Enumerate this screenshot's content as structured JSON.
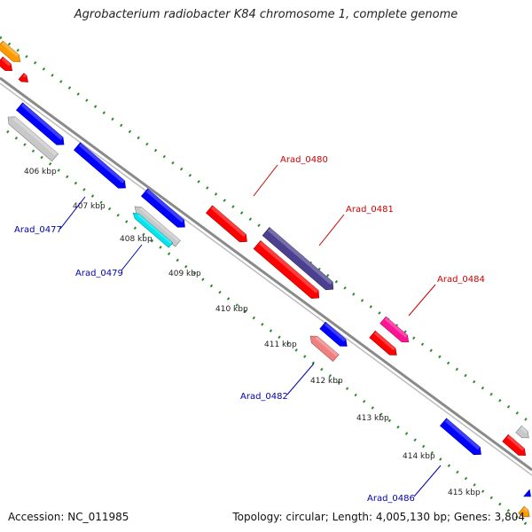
{
  "title": "Agrobacterium radiobacter K84 chromosome 1, complete genome",
  "footer": {
    "accession": "Accession: NC_011985",
    "topology": "Topology: circular; Length: 4,005,130 bp; Genes: 3,804"
  },
  "colors": {
    "backbone": "#777777",
    "tick": "#2e8b2e",
    "forward_label": "#cc0000",
    "reverse_label": "#0000aa"
  },
  "ticks": [
    "406 kbp",
    "407 kbp",
    "408 kbp",
    "409 kbp",
    "410 kbp",
    "411 kbp",
    "412 kbp",
    "413 kbp",
    "414 kbp",
    "415 kbp"
  ],
  "genes": [
    {
      "color": "#ff9900"
    },
    {
      "color": "#ff0000"
    },
    {
      "color": "#ff0000"
    },
    {
      "color": "#0000ff"
    },
    {
      "color": "#c8c8c8"
    },
    {
      "color": "#0000ff"
    },
    {
      "color": "#0000ff"
    },
    {
      "color": "#c8c8c8"
    },
    {
      "color": "#00e5ee"
    },
    {
      "color": "#ff0000",
      "label": "Arad_0480"
    },
    {
      "color": "#4b3f8f",
      "label": "Arad_0481"
    },
    {
      "color": "#ff0000"
    },
    {
      "color": "#0000ff"
    },
    {
      "color": "#f08080"
    },
    {
      "color": "#ff1493",
      "label": "Arad_0484"
    },
    {
      "color": "#ff0000"
    },
    {
      "color": "#0000ff"
    },
    {
      "color": "#c8c8c8"
    },
    {
      "color": "#ff0000"
    },
    {
      "color": "#0000ff"
    },
    {
      "color": "#ff9900"
    }
  ],
  "callouts": [
    {
      "label": "Arad_0477",
      "color": "#0000aa"
    },
    {
      "label": "Arad_0479",
      "color": "#0000aa"
    },
    {
      "label": "Arad_0480",
      "color": "#cc0000"
    },
    {
      "label": "Arad_0481",
      "color": "#cc0000"
    },
    {
      "label": "Arad_0484",
      "color": "#cc0000"
    },
    {
      "label": "Arad_0482",
      "color": "#0000aa"
    },
    {
      "label": "Arad_0486",
      "color": "#0000aa"
    }
  ]
}
